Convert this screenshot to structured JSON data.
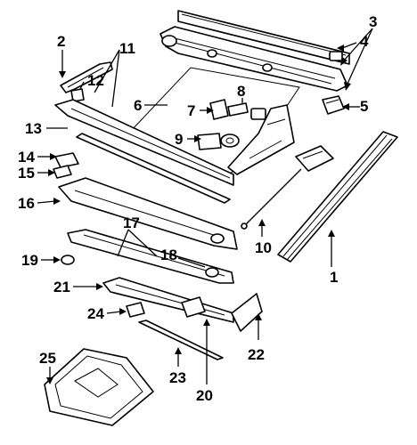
{
  "diagram": {
    "callouts": [
      {
        "id": "c1",
        "label": "1"
      },
      {
        "id": "c2",
        "label": "2"
      },
      {
        "id": "c3",
        "label": "3"
      },
      {
        "id": "c4",
        "label": "4"
      },
      {
        "id": "c5",
        "label": "5"
      },
      {
        "id": "c6",
        "label": "6"
      },
      {
        "id": "c7",
        "label": "7"
      },
      {
        "id": "c8",
        "label": "8"
      },
      {
        "id": "c9",
        "label": "9"
      },
      {
        "id": "c10",
        "label": "10"
      },
      {
        "id": "c11",
        "label": "11"
      },
      {
        "id": "c12",
        "label": "12"
      },
      {
        "id": "c13",
        "label": "13"
      },
      {
        "id": "c14",
        "label": "14"
      },
      {
        "id": "c15",
        "label": "15"
      },
      {
        "id": "c16",
        "label": "16"
      },
      {
        "id": "c17",
        "label": "17"
      },
      {
        "id": "c18",
        "label": "18"
      },
      {
        "id": "c19",
        "label": "19"
      },
      {
        "id": "c20",
        "label": "20"
      },
      {
        "id": "c21",
        "label": "21"
      },
      {
        "id": "c22",
        "label": "22"
      },
      {
        "id": "c23",
        "label": "23"
      },
      {
        "id": "c24",
        "label": "24"
      },
      {
        "id": "c25",
        "label": "25"
      }
    ],
    "colors": {
      "line": "#000000",
      "background": "#ffffff"
    }
  }
}
